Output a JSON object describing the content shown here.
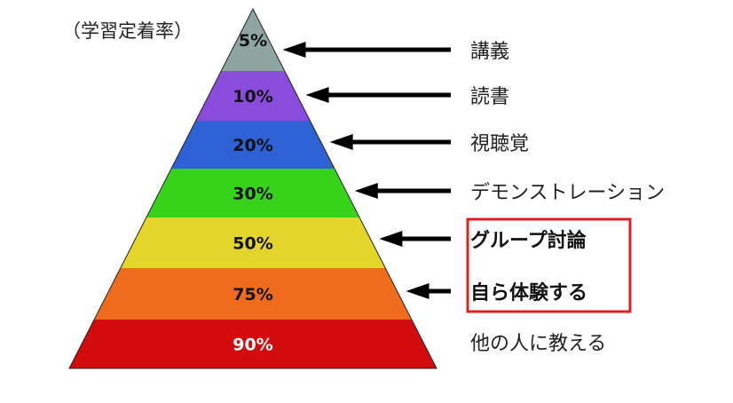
{
  "caption": "（学習定着率）",
  "levels": [
    {
      "rate": "5%",
      "method": "講義",
      "color": "#8fa5a2",
      "text_color": "#111111",
      "bold": false
    },
    {
      "rate": "10%",
      "method": "読書",
      "color": "#8a4ddb",
      "text_color": "#111111",
      "bold": false
    },
    {
      "rate": "20%",
      "method": "視聴覚",
      "color": "#2d61d4",
      "text_color": "#111111",
      "bold": false
    },
    {
      "rate": "30%",
      "method": "デモンストレーション",
      "color": "#37d31a",
      "text_color": "#111111",
      "bold": false
    },
    {
      "rate": "50%",
      "method": "グループ討論",
      "color": "#e3d52a",
      "text_color": "#111111",
      "bold": true
    },
    {
      "rate": "75%",
      "method": "自ら体験する",
      "color": "#ef6c1d",
      "text_color": "#111111",
      "bold": true
    },
    {
      "rate": "90%",
      "method": "他の人に教える",
      "color": "#d20c0c",
      "text_color": "#ffffff",
      "bold": false
    }
  ],
  "highlight_color": "#e02020"
}
